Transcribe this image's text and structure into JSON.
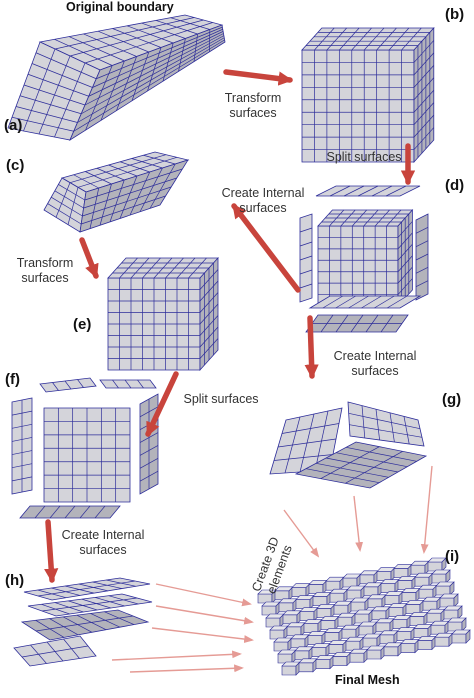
{
  "diagram": {
    "title_top": "Original boundary",
    "title_bottom": "Final Mesh",
    "panels": {
      "a": "(a)",
      "b": "(b)",
      "c": "(c)",
      "d": "(d)",
      "e": "(e)",
      "f": "(f)",
      "g": "(g)",
      "h": "(h)",
      "i": "(i)"
    },
    "steps": {
      "transform_1": [
        "Transform",
        "surfaces"
      ],
      "split_1": [
        "Split surfaces"
      ],
      "create_internal_1": [
        "Create Internal",
        "surfaces"
      ],
      "transform_2": [
        "Transform",
        "surfaces"
      ],
      "create_internal_2": [
        "Create Internal",
        "surfaces"
      ],
      "split_2": [
        "Split surfaces"
      ],
      "create_internal_3": [
        "Create Internal",
        "surfaces"
      ],
      "create_3d": [
        "Create 3D",
        "elements"
      ]
    },
    "colors": {
      "mesh_face": "#d4d4da",
      "mesh_face_dark": "#b3b3bb",
      "mesh_line": "#2d2d9a",
      "arrow_big": "#c8443c",
      "arrow_thin": "#e59b95"
    }
  }
}
